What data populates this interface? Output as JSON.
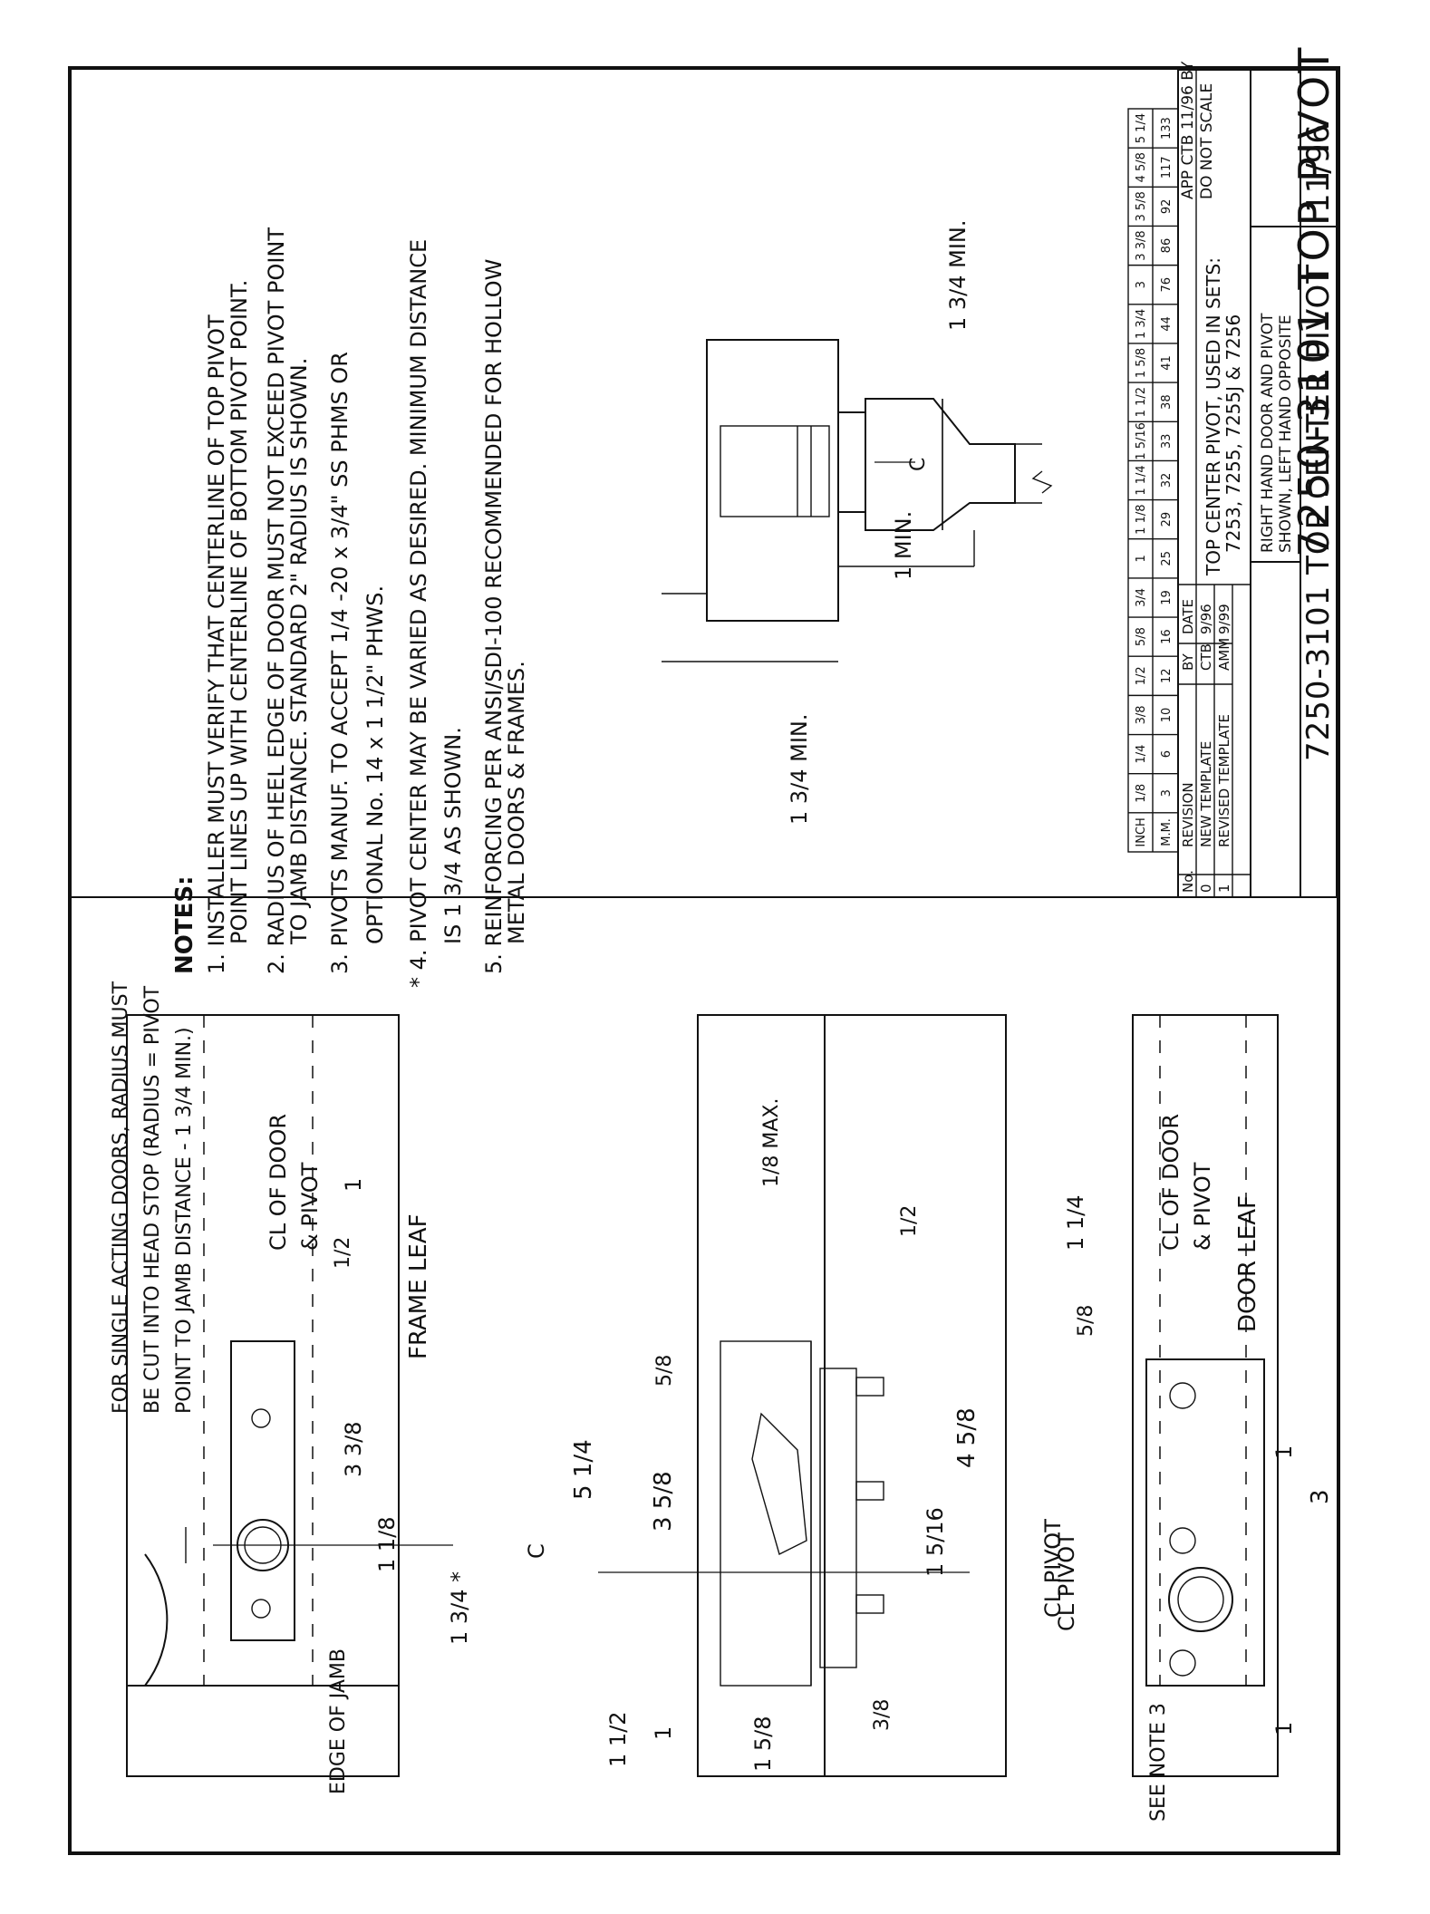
{
  "title": {
    "part": "7250-3101 TOP CENTER PIVOT",
    "date": "11/96",
    "hand_line1": "RIGHT HAND DOOR AND PIVOT",
    "hand_line2": "SHOWN, LEFT HAND OPPOSITE"
  },
  "notes": {
    "heading": "NOTES:",
    "n1a": "1.  INSTALLER MUST VERIFY THAT CENTERLINE OF TOP PIVOT",
    "n1b": "POINT LINES UP WITH CENTERLINE OF BOTTOM PIVOT POINT.",
    "n2a": "2.  RADIUS OF HEEL EDGE OF DOOR MUST NOT EXCEED PIVOT POINT",
    "n2b": "TO JAMB DISTANCE.  STANDARD 2\" RADIUS IS SHOWN.",
    "n3a": "3.  PIVOTS MANUF. TO ACCEPT 1/4 -20 x 3/4\" SS PHMS OR",
    "n3b": "OPTIONAL No. 14 x 1 1/2\" PHWS.",
    "n4a": "* 4.  PIVOT CENTER MAY BE VARIED AS DESIRED.  MINIMUM DISTANCE",
    "n4b": "IS 1 3/4  AS SHOWN.",
    "n5a": "5.  REINFORCING PER ANSI/SDI-100 RECOMMENDED FOR HOLLOW",
    "n5b": "METAL DOORS & FRAMES."
  },
  "frame_leaf": {
    "single_note_1": "FOR SINGLE ACTING DOORS, RADIUS MUST",
    "single_note_2": "BE CUT INTO HEAD STOP (RADIUS = PIVOT",
    "single_note_3": "POINT TO JAMB DISTANCE - 1 3/4 MIN.)",
    "cl_label": "CL OF DOOR",
    "pivot_amp": "& PIVOT",
    "dim_1": "1",
    "dim_half": "1/2",
    "dim_3_3_8": "3 3/8",
    "dim_1_1_8": "1 1/8",
    "dim_1_3_4": "1 3/4 *",
    "label": "FRAME LEAF",
    "edge_of_jamb": "EDGE OF JAMB"
  },
  "section": {
    "dim_1_8_max": "1/8 MAX.",
    "dim_half": "1/2",
    "dim_5_8": "5/8",
    "dim_5_1_4": "5 1/4",
    "dim_3_5_8": "3 5/8",
    "dim_4_5_8": "4 5/8",
    "dim_1_5_16": "1 5/16",
    "dim_1_half": "1 1/2",
    "dim_1": "1",
    "dim_1_5_8": "1 5/8",
    "dim_3_8": "3/8",
    "pivot_cl": "CL PIVOT"
  },
  "door_leaf": {
    "dim_1_1_4": "1 1/4",
    "dim_5_8": "5/8",
    "cl_label": "CL OF DOOR",
    "pivot_amp": "& PIVOT",
    "label": "DOOR LEAF",
    "dim_1a": "1",
    "dim_1b": "1",
    "dim_3": "3",
    "see_note": "SEE NOTE 3",
    "pivot_cl": "CL PIVOT"
  },
  "detail": {
    "min_1_3_4_top": "1 3/4 MIN.",
    "min_1": "1 MIN.",
    "min_1_3_4_left": "1 3/4 MIN."
  },
  "conversion": {
    "inch_label": "INCH",
    "mm_label": "M.M.",
    "inches": [
      "1/8",
      "1/4",
      "3/8",
      "1/2",
      "5/8",
      "3/4",
      "1",
      "1 1/8",
      "1 1/4",
      "1 5/16",
      "1 1/2",
      "1 5/8",
      "1 3/4",
      "3",
      "3 3/8",
      "3 5/8",
      "4 5/8",
      "5 1/4"
    ],
    "mm": [
      "3",
      "6",
      "10",
      "12",
      "16",
      "19",
      "25",
      "29",
      "32",
      "33",
      "38",
      "41",
      "44",
      "76",
      "86",
      "92",
      "117",
      "133"
    ]
  },
  "revisions": {
    "headers": [
      "No.",
      "REVISION",
      "BY",
      "DATE"
    ],
    "rows": [
      [
        "0",
        "NEW TEMPLATE",
        "CTB",
        "9/96"
      ],
      [
        "1",
        "REVISED TEMPLATE",
        "AMM",
        "9/99"
      ]
    ]
  },
  "titleblock": {
    "app_by": "APP CTB 11/96 BY",
    "do_not_scale": "DO NOT SCALE",
    "desc_1": "TOP CENTER PIVOT,  USED IN SETS:",
    "desc_2": "7253, 7255, 7255J & 7256",
    "big_title": "7250-3101  TOP  PIVOT"
  }
}
